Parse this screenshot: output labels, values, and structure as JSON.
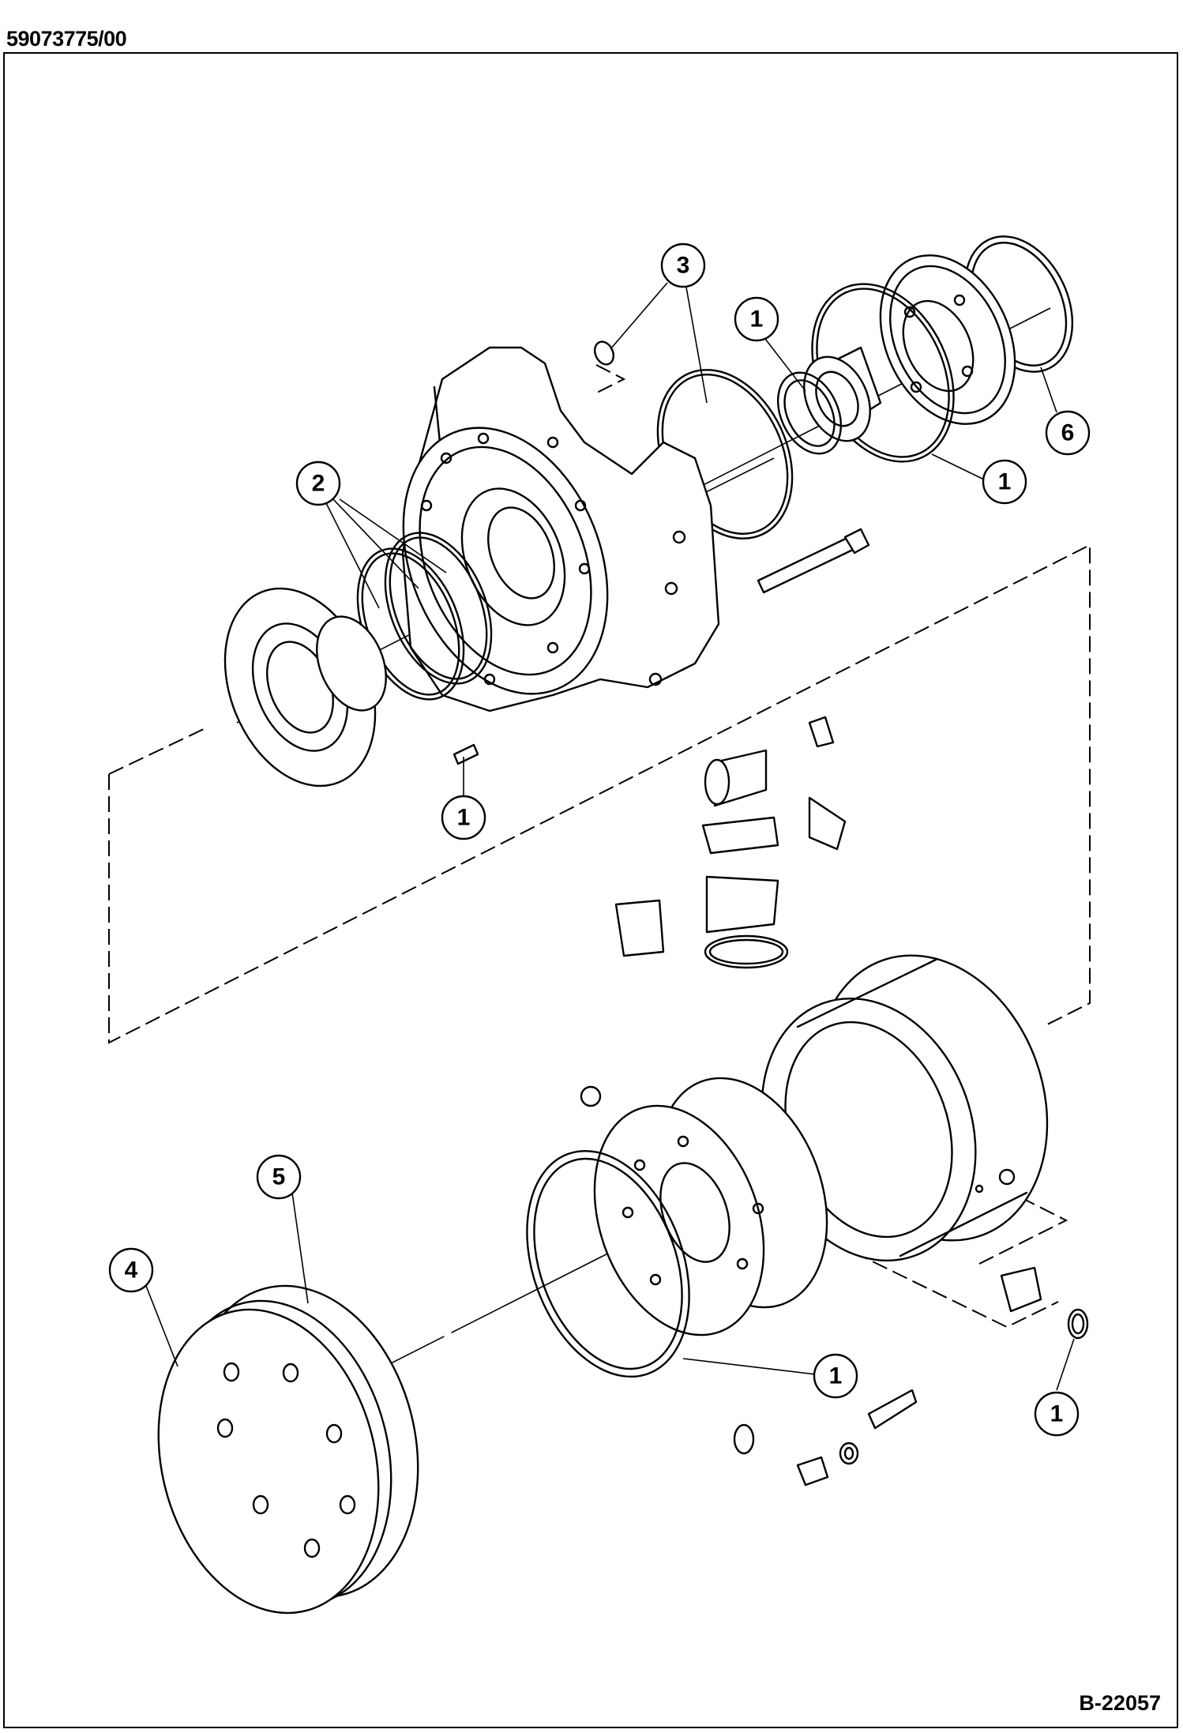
{
  "drawing_number": "59073775/00",
  "figure_number": "B-22057",
  "callouts": [
    {
      "id": "3",
      "label": "3"
    },
    {
      "id": "1a",
      "label": "1"
    },
    {
      "id": "6",
      "label": "6"
    },
    {
      "id": "1b",
      "label": "1"
    },
    {
      "id": "2",
      "label": "2"
    },
    {
      "id": "1c",
      "label": "1"
    },
    {
      "id": "5",
      "label": "5"
    },
    {
      "id": "4",
      "label": "4"
    },
    {
      "id": "1d",
      "label": "1"
    },
    {
      "id": "1e",
      "label": "1"
    }
  ]
}
